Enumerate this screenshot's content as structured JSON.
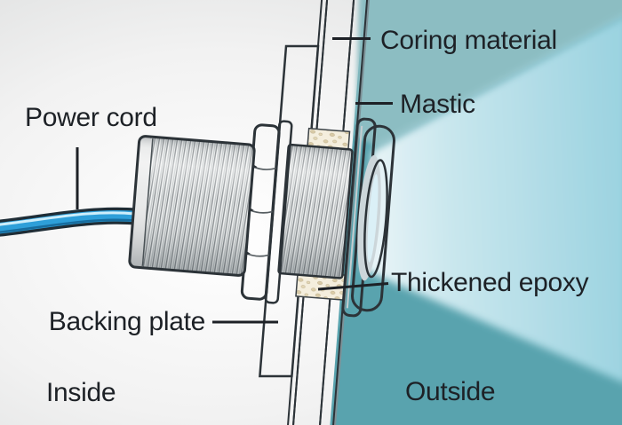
{
  "diagram": {
    "labels": {
      "coring_material": "Coring material",
      "mastic": "Mastic",
      "power_cord": "Power cord",
      "thickened_epoxy": "Thickened epoxy",
      "backing_plate": "Backing plate",
      "inside": "Inside",
      "outside": "Outside"
    },
    "colors": {
      "water_upper": "#8cbdc2",
      "water_deep": "#59a3ae",
      "beam_light": "#cfeaf1",
      "dome_blue": "#2a96d2",
      "cable_blue": "#2e9fd9",
      "coring_tan": "#dacdab",
      "backing_plate_tan": "#ddd0b0",
      "epoxy_cream": "#f4eedd",
      "metal_light": "#eceded",
      "outline_dark": "#2c3338",
      "text": "#1d2126"
    }
  }
}
